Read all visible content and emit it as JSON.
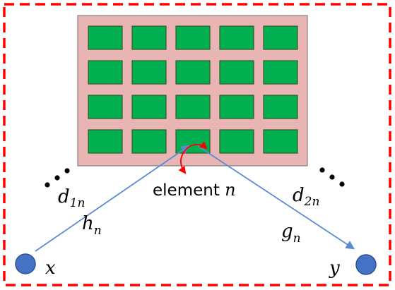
{
  "diagram": {
    "ris": {
      "rows": 4,
      "cols": 5,
      "panel_color": "#e8b4b4",
      "element_color": "#00b050"
    },
    "labels": {
      "element_word": "element",
      "element_index": "n",
      "x": "x",
      "y": "y",
      "h": "h",
      "h_sub": "n",
      "g": "g",
      "g_sub": "n",
      "d1": "d",
      "d1_sub": "1n",
      "d2": "d",
      "d2_sub": "2n"
    },
    "colors": {
      "border": "#ff0000",
      "node_fill": "#4472c4",
      "node_stroke": "#2f528f",
      "link": "#5b8bd0",
      "rotation_arrow": "#ff0000"
    }
  }
}
